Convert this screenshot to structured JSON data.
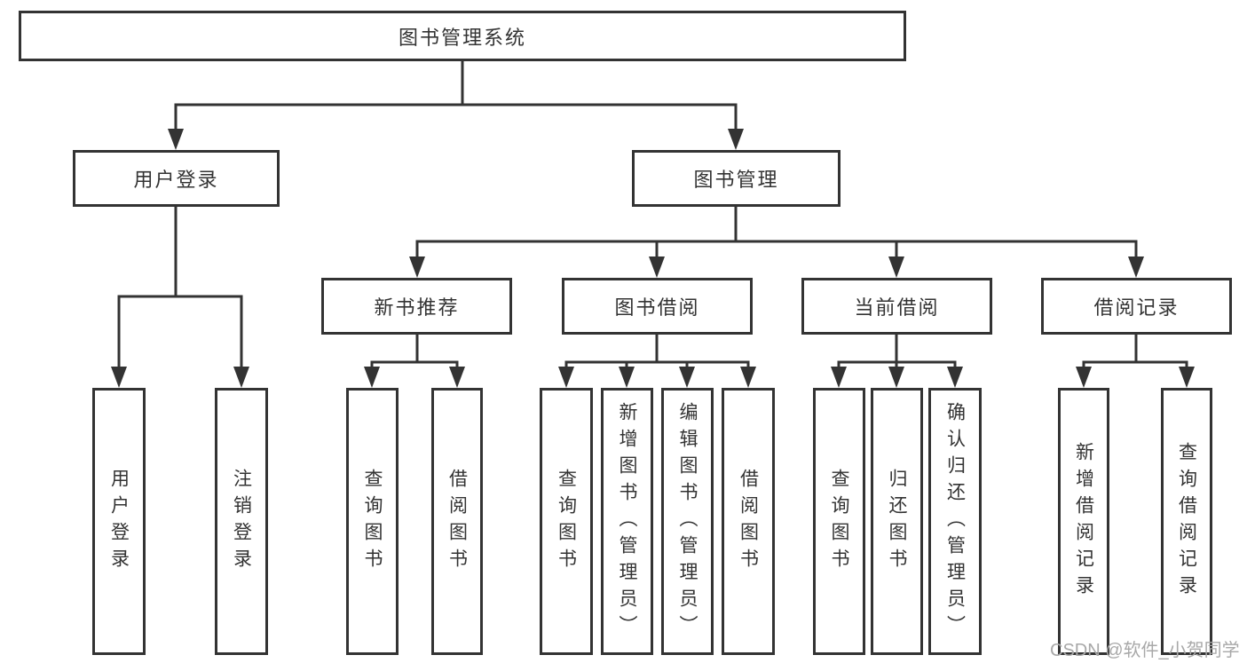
{
  "tree": {
    "root": {
      "label": "图书管理系统",
      "children": [
        {
          "label": "用户登录",
          "children": [
            {
              "label": "用户登录"
            },
            {
              "label": "注销登录"
            }
          ]
        },
        {
          "label": "图书管理",
          "children": [
            {
              "label": "新书推荐",
              "children": [
                {
                  "label": "查询图书"
                },
                {
                  "label": "借阅图书"
                }
              ]
            },
            {
              "label": "图书借阅",
              "children": [
                {
                  "label": "查询图书"
                },
                {
                  "label": "新增图书（管理员）"
                },
                {
                  "label": "编辑图书（管理员）"
                },
                {
                  "label": "借阅图书"
                }
              ]
            },
            {
              "label": "当前借阅",
              "children": [
                {
                  "label": "查询图书"
                },
                {
                  "label": "归还图书"
                },
                {
                  "label": "确认归还（管理员）"
                }
              ]
            },
            {
              "label": "借阅记录",
              "children": [
                {
                  "label": "新增借阅记录"
                },
                {
                  "label": "查询借阅记录"
                }
              ]
            }
          ]
        }
      ]
    }
  },
  "watermark": "CSDN @软件_小贺同学",
  "colors": {
    "line": "#333333",
    "box_border": "#333333",
    "box_fill": "#ffffff",
    "text": "#333333",
    "watermark_text": "#a8a8a8",
    "background": "#ffffff"
  }
}
